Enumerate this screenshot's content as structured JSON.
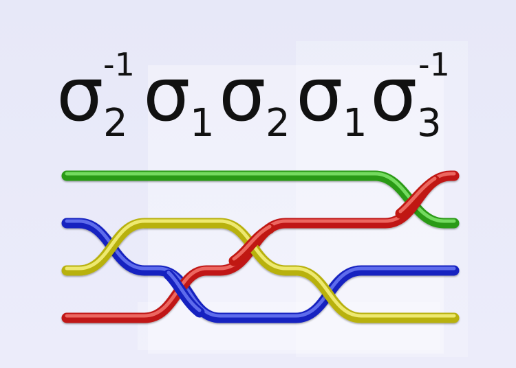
{
  "formula": {
    "terms": [
      {
        "base": "σ",
        "sub": "2",
        "sup": "-1"
      },
      {
        "base": "σ",
        "sub": "1",
        "sup": ""
      },
      {
        "base": "σ",
        "sub": "2",
        "sup": ""
      },
      {
        "base": "σ",
        "sub": "1",
        "sup": ""
      },
      {
        "base": "σ",
        "sub": "3",
        "sup": "-1"
      }
    ]
  },
  "braid": {
    "strand_count": 4,
    "strands": [
      {
        "color_name": "green",
        "color": "#35c21c"
      },
      {
        "color_name": "blue",
        "color": "#1f2fe0"
      },
      {
        "color_name": "yellow",
        "color": "#e0dc1a"
      },
      {
        "color_name": "red",
        "color": "#e0261c"
      }
    ]
  },
  "colors": {
    "background": "#e9eaf9",
    "formula_text": "#111111"
  }
}
